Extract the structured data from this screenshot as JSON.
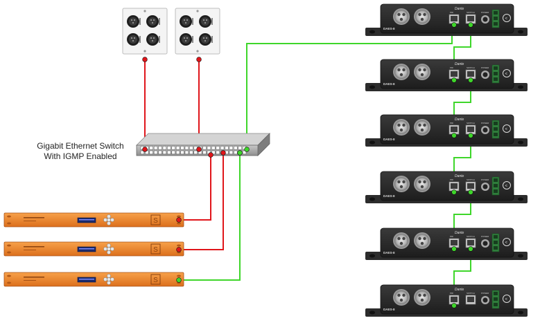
{
  "switch": {
    "label_line1": "Gigabit Ethernet Switch",
    "label_line2": "With IGMP Enabled"
  },
  "wall_plates": [
    {
      "name": "wall-plate-1"
    },
    {
      "name": "wall-plate-2"
    }
  ],
  "rack_units": [
    {
      "name": "rack-unit-1",
      "logo": "S"
    },
    {
      "name": "rack-unit-2",
      "logo": "S"
    },
    {
      "name": "rack-unit-3",
      "logo": "S"
    }
  ],
  "dante_devices": [
    {
      "brand": "Dante",
      "model": "DAES-8",
      "port1": "PRI",
      "port2": "SWITCH",
      "power": "POWER"
    },
    {
      "brand": "Dante",
      "model": "DAES-8",
      "port1": "PRI",
      "port2": "SWITCH",
      "power": "POWER"
    },
    {
      "brand": "Dante",
      "model": "DAES-8",
      "port1": "PRI",
      "port2": "SWITCH",
      "power": "POWER"
    },
    {
      "brand": "Dante",
      "model": "DAES-8",
      "port1": "PRI",
      "port2": "SWITCH",
      "power": "POWER"
    },
    {
      "brand": "Dante",
      "model": "DAES-8",
      "port1": "PRI",
      "port2": "SWITCH",
      "power": "POWER"
    },
    {
      "brand": "Dante",
      "model": "DAES-8",
      "port1": "PRI",
      "port2": "SWITCH",
      "power": "POWER"
    }
  ],
  "colors": {
    "red_cable": "#e0151a",
    "green_cable": "#3ed62a",
    "rack_orange": "#f08a2e",
    "device_dark": "#2a2a2a",
    "switch_grey": "#9a9a9a"
  }
}
